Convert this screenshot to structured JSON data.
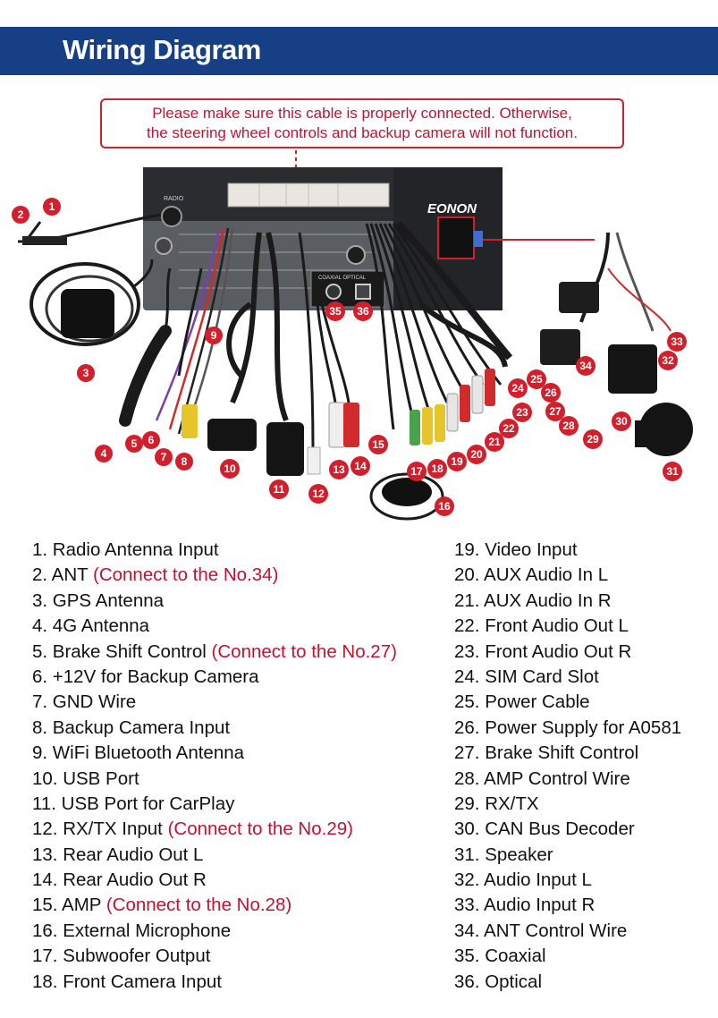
{
  "header": {
    "title": "Wiring Diagram"
  },
  "notice": {
    "line1": "Please make sure this cable is properly connected. Otherwise,",
    "line2": "the steering wheel controls and backup camera will not function."
  },
  "device": {
    "brand": "EONON",
    "radio_label": "RADIO",
    "optical_label": "COAXIAL OPTICAL"
  },
  "colors": {
    "banner": "#163f86",
    "badge": "#d21f2b",
    "note_text": "#c8102e"
  },
  "legend": {
    "left": [
      {
        "text": "1. Radio Antenna Input",
        "note": ""
      },
      {
        "text": "2. ANT ",
        "note": "(Connect to the No.34)"
      },
      {
        "text": "3. GPS Antenna",
        "note": ""
      },
      {
        "text": "4. 4G Antenna",
        "note": ""
      },
      {
        "text": "5. Brake Shift Control ",
        "note": "(Connect to the No.27)"
      },
      {
        "text": "6. +12V for Backup Camera",
        "note": ""
      },
      {
        "text": "7. GND Wire",
        "note": ""
      },
      {
        "text": "8. Backup Camera Input",
        "note": ""
      },
      {
        "text": "9. WiFi Bluetooth Antenna",
        "note": ""
      },
      {
        "text": "10. USB Port",
        "note": ""
      },
      {
        "text": "11. USB Port for CarPlay",
        "note": ""
      },
      {
        "text": "12. RX/TX Input ",
        "note": "(Connect to the No.29)"
      },
      {
        "text": "13. Rear Audio Out L",
        "note": ""
      },
      {
        "text": "14. Rear Audio Out R",
        "note": ""
      },
      {
        "text": "15. AMP ",
        "note": "(Connect to the No.28)"
      },
      {
        "text": "16. External Microphone",
        "note": ""
      },
      {
        "text": "17. Subwoofer Output",
        "note": ""
      },
      {
        "text": "18. Front Camera Input",
        "note": ""
      }
    ],
    "right": [
      {
        "text": "19. Video Input",
        "note": ""
      },
      {
        "text": "20. AUX Audio In L",
        "note": ""
      },
      {
        "text": "21. AUX Audio In R",
        "note": ""
      },
      {
        "text": "22. Front Audio Out L",
        "note": ""
      },
      {
        "text": "23. Front Audio Out R",
        "note": ""
      },
      {
        "text": "24. SIM Card Slot",
        "note": ""
      },
      {
        "text": "25. Power Cable",
        "note": ""
      },
      {
        "text": "26. Power Supply for A0581",
        "note": ""
      },
      {
        "text": "27. Brake Shift Control",
        "note": ""
      },
      {
        "text": "28. AMP Control Wire",
        "note": ""
      },
      {
        "text": "29. RX/TX",
        "note": ""
      },
      {
        "text": "30. CAN Bus Decoder",
        "note": ""
      },
      {
        "text": "31. Speaker",
        "note": ""
      },
      {
        "text": "32. Audio Input L",
        "note": ""
      },
      {
        "text": "33. Audio Input R",
        "note": ""
      },
      {
        "text": "34. ANT Control Wire",
        "note": ""
      },
      {
        "text": "35. Coaxial",
        "note": ""
      },
      {
        "text": "36. Optical",
        "note": ""
      }
    ]
  },
  "badges": [
    "1",
    "2",
    "3",
    "4",
    "5",
    "6",
    "7",
    "8",
    "9",
    "10",
    "11",
    "12",
    "13",
    "14",
    "15",
    "16",
    "17",
    "18",
    "19",
    "20",
    "21",
    "22",
    "23",
    "24",
    "25",
    "26",
    "27",
    "28",
    "29",
    "30",
    "31",
    "32",
    "33",
    "34",
    "35",
    "36"
  ]
}
